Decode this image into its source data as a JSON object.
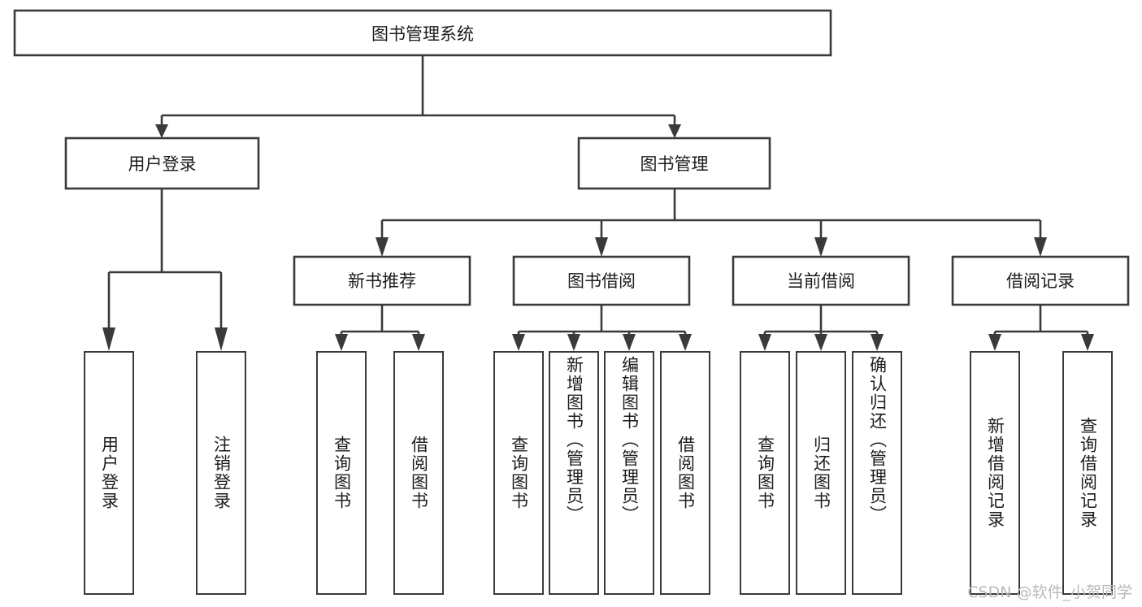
{
  "diagram": {
    "title": "图书管理系统",
    "type": "tree-structure-chart",
    "colors": {
      "stroke": "#3a3a3a",
      "fill": "#ffffff",
      "text": "#1c1c1c",
      "watermark": "#b9b9b9"
    },
    "root": {
      "label": "图书管理系统"
    },
    "level2": [
      {
        "label": "用户登录"
      },
      {
        "label": "图书管理"
      }
    ],
    "level3": [
      {
        "label": "新书推荐"
      },
      {
        "label": "图书借阅"
      },
      {
        "label": "当前借阅"
      },
      {
        "label": "借阅记录"
      }
    ],
    "leaves": {
      "user_login": [
        {
          "label": "用户登录"
        },
        {
          "label": "注销登录"
        }
      ],
      "new_book_recommend": [
        {
          "label": "查询图书"
        },
        {
          "label": "借阅图书"
        }
      ],
      "book_borrow": [
        {
          "label": "查询图书"
        },
        {
          "label": "新增图书（管理员）"
        },
        {
          "label": "编辑图书（管理员）"
        },
        {
          "label": "借阅图书"
        }
      ],
      "current_borrow": [
        {
          "label": "查询图书"
        },
        {
          "label": "归还图书"
        },
        {
          "label": "确认归还（管理员）"
        }
      ],
      "borrow_records": [
        {
          "label": "新增借阅记录"
        },
        {
          "label": "查询借阅记录"
        }
      ]
    }
  },
  "watermark": {
    "text": "CSDN @软件_小贺同学"
  }
}
